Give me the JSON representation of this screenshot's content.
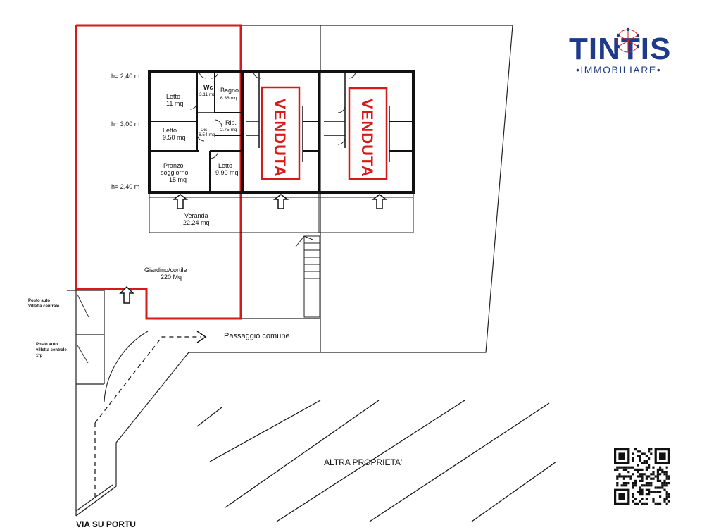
{
  "logo": {
    "name": "TINTIS",
    "tagline": "•IMMOBILIARE•",
    "colors": {
      "primary": "#1e3a8a",
      "accent": "#d51a1a"
    }
  },
  "heights": {
    "upper": "h= 2,40 m",
    "middle": "h= 3,00 m",
    "lower": "h= 2,40 m"
  },
  "rooms": {
    "letto_11": {
      "name": "Letto",
      "area": "11 mq"
    },
    "wc": {
      "name": "Wc",
      "area": "3.11 mq"
    },
    "bagno": {
      "name": "Bagno",
      "area": "6.36 mq"
    },
    "letto_950": {
      "name": "Letto",
      "area": "9.50 mq"
    },
    "dis": {
      "name": "Dis.",
      "area": "6.54 mq"
    },
    "rip": {
      "name": "Rip.",
      "area": "2.75 mq"
    },
    "pranzo": {
      "name1": "Pranzo-",
      "name2": "soggiorno",
      "area": "15 mq"
    },
    "letto_990": {
      "name": "Letto",
      "area": "9.90 mq"
    }
  },
  "veranda": {
    "name": "Veranda",
    "area": "22.24 mq"
  },
  "giardino": {
    "name": "Giardino/cortile",
    "area": "220 Mq"
  },
  "sold_label_1": "VENDUTA",
  "sold_label_2": "VENDUTA",
  "parking_1": {
    "line1": "Posto auto",
    "line2": "Villetta centrale"
  },
  "parking_2": {
    "line1": "Posto auto",
    "line2": "villetta centrale",
    "line3": "1°p"
  },
  "passaggio": "Passaggio comune",
  "altra_proprieta": "ALTRA PROPRIETA'",
  "street": "VIA SU PORTU",
  "qr": {
    "icon": "qr-code-icon"
  }
}
